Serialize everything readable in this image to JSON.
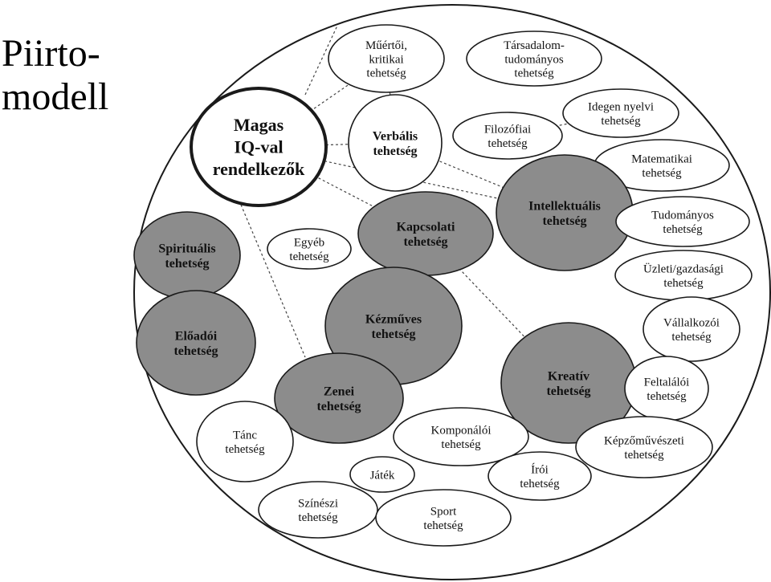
{
  "slide": {
    "title_lines": [
      "Piirto-",
      "modell"
    ]
  },
  "diagram": {
    "colors": {
      "background": "#ffffff",
      "outline": "#1a1a1a",
      "gray_fill": "#8c8c8c",
      "white_fill": "#ffffff",
      "connector": "#444444"
    },
    "nodes": [
      {
        "id": "magas-iq",
        "lines": [
          "Magas",
          "IQ-val",
          "rendelkezők"
        ],
        "fill": "white",
        "emphasis": "primary"
      },
      {
        "id": "muertoi-kritikai",
        "lines": [
          "Műértői,",
          "kritikai",
          "tehetség"
        ],
        "fill": "white"
      },
      {
        "id": "tarsadalomtudomanyos",
        "lines": [
          "Társadalom-",
          "tudományos",
          "tehetség"
        ],
        "fill": "white"
      },
      {
        "id": "idegen-nyelvi",
        "lines": [
          "Idegen nyelvi",
          "tehetség"
        ],
        "fill": "white"
      },
      {
        "id": "verbalis",
        "lines": [
          "Verbális",
          "tehetség"
        ],
        "fill": "white",
        "emphasis": "bold"
      },
      {
        "id": "filozofiai",
        "lines": [
          "Filozófiai",
          "tehetség"
        ],
        "fill": "white"
      },
      {
        "id": "matematikai",
        "lines": [
          "Matematikai",
          "tehetség"
        ],
        "fill": "white"
      },
      {
        "id": "intellektualis",
        "lines": [
          "Intellektuális",
          "tehetség"
        ],
        "fill": "gray",
        "emphasis": "bold"
      },
      {
        "id": "tudomanyos",
        "lines": [
          "Tudományos",
          "tehetség"
        ],
        "fill": "white"
      },
      {
        "id": "uzleti-gazdasagi",
        "lines": [
          "Üzleti/gazdasági",
          "tehetség"
        ],
        "fill": "white"
      },
      {
        "id": "kapcsolati",
        "lines": [
          "Kapcsolati",
          "tehetség"
        ],
        "fill": "gray",
        "emphasis": "bold"
      },
      {
        "id": "egyeb",
        "lines": [
          "Egyéb",
          "tehetség"
        ],
        "fill": "white"
      },
      {
        "id": "spiritualis",
        "lines": [
          "Spirituális",
          "tehetség"
        ],
        "fill": "gray",
        "emphasis": "bold"
      },
      {
        "id": "eloadoi",
        "lines": [
          "Előadói",
          "tehetség"
        ],
        "fill": "gray",
        "emphasis": "bold"
      },
      {
        "id": "kezmuves",
        "lines": [
          "Kézműves",
          "tehetség"
        ],
        "fill": "gray",
        "emphasis": "bold"
      },
      {
        "id": "vallalkozoi",
        "lines": [
          "Vállalkozói",
          "tehetség"
        ],
        "fill": "white"
      },
      {
        "id": "kreativ",
        "lines": [
          "Kreatív",
          "tehetség"
        ],
        "fill": "gray",
        "emphasis": "bold"
      },
      {
        "id": "feltalaloi",
        "lines": [
          "Feltalálói",
          "tehetség"
        ],
        "fill": "white"
      },
      {
        "id": "zenei",
        "lines": [
          "Zenei",
          "tehetség"
        ],
        "fill": "gray",
        "emphasis": "bold"
      },
      {
        "id": "tanc",
        "lines": [
          "Tánc",
          "tehetség"
        ],
        "fill": "white"
      },
      {
        "id": "komponaloi",
        "lines": [
          "Komponálói",
          "tehetség"
        ],
        "fill": "white"
      },
      {
        "id": "kepzomuveszeti",
        "lines": [
          "Képzőművészeti",
          "tehetség"
        ],
        "fill": "white"
      },
      {
        "id": "jatek",
        "lines": [
          "Játék"
        ],
        "fill": "white"
      },
      {
        "id": "iroi",
        "lines": [
          "Írói",
          "tehetség"
        ],
        "fill": "white"
      },
      {
        "id": "szineszi",
        "lines": [
          "Színészi",
          "tehetség"
        ],
        "fill": "white"
      },
      {
        "id": "sport",
        "lines": [
          "Sport",
          "tehetség"
        ],
        "fill": "white"
      }
    ],
    "connectors": [
      {
        "from": "magas-iq",
        "to": "muertoi-kritikai",
        "style": "dotted"
      },
      {
        "from": "magas-iq",
        "to": "verbalis",
        "style": "dotted"
      },
      {
        "from": "magas-iq",
        "to": "intellektualis",
        "style": "dotted"
      },
      {
        "from": "magas-iq",
        "to": "kapcsolati",
        "style": "dotted"
      },
      {
        "from": "magas-iq",
        "to": "zenei",
        "style": "dotted"
      },
      {
        "from": "magas-iq",
        "to": "outer-edge",
        "style": "dotted"
      },
      {
        "from": "muertoi-kritikai",
        "to": "verbalis",
        "style": "dotted"
      },
      {
        "from": "filozofiai",
        "to": "idegen-nyelvi",
        "style": "dotted"
      },
      {
        "from": "verbalis",
        "to": "intellektualis",
        "style": "dotted"
      },
      {
        "from": "kapcsolati",
        "to": "kreativ",
        "style": "dotted"
      }
    ]
  }
}
